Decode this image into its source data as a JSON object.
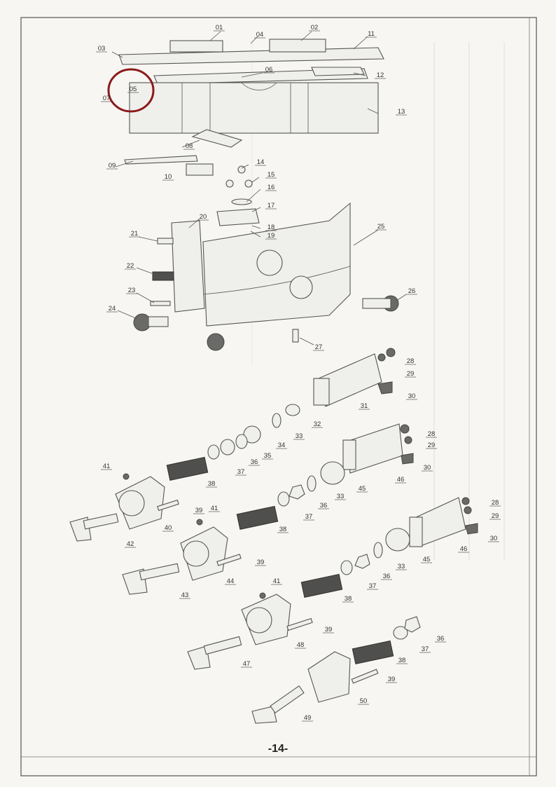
{
  "page": {
    "number": "-14-"
  },
  "diagram": {
    "callouts": [
      {
        "id": "01"
      },
      {
        "id": "02"
      },
      {
        "id": "03"
      },
      {
        "id": "04"
      },
      {
        "id": "05"
      },
      {
        "id": "06"
      },
      {
        "id": "07"
      },
      {
        "id": "08"
      },
      {
        "id": "09"
      },
      {
        "id": "10"
      },
      {
        "id": "11"
      },
      {
        "id": "12"
      },
      {
        "id": "13"
      },
      {
        "id": "14"
      },
      {
        "id": "15"
      },
      {
        "id": "16"
      },
      {
        "id": "17"
      },
      {
        "id": "18"
      },
      {
        "id": "19"
      },
      {
        "id": "20"
      },
      {
        "id": "21"
      },
      {
        "id": "22"
      },
      {
        "id": "23"
      },
      {
        "id": "24"
      },
      {
        "id": "25"
      },
      {
        "id": "26"
      },
      {
        "id": "27"
      },
      {
        "id": "28"
      },
      {
        "id": "29"
      },
      {
        "id": "30"
      },
      {
        "id": "31"
      },
      {
        "id": "32"
      },
      {
        "id": "33"
      },
      {
        "id": "34"
      },
      {
        "id": "35"
      },
      {
        "id": "36"
      },
      {
        "id": "37"
      },
      {
        "id": "38"
      },
      {
        "id": "41"
      },
      {
        "id": "40"
      },
      {
        "id": "39"
      },
      {
        "id": "42"
      },
      {
        "id": "28"
      },
      {
        "id": "29"
      },
      {
        "id": "30"
      },
      {
        "id": "46"
      },
      {
        "id": "45"
      },
      {
        "id": "33"
      },
      {
        "id": "36"
      },
      {
        "id": "37"
      },
      {
        "id": "38"
      },
      {
        "id": "41"
      },
      {
        "id": "39"
      },
      {
        "id": "44"
      },
      {
        "id": "43"
      },
      {
        "id": "28"
      },
      {
        "id": "29"
      },
      {
        "id": "30"
      },
      {
        "id": "46"
      },
      {
        "id": "45"
      },
      {
        "id": "33"
      },
      {
        "id": "36"
      },
      {
        "id": "37"
      },
      {
        "id": "38"
      },
      {
        "id": "41"
      },
      {
        "id": "39"
      },
      {
        "id": "48"
      },
      {
        "id": "47"
      },
      {
        "id": "36"
      },
      {
        "id": "37"
      },
      {
        "id": "38"
      },
      {
        "id": "39"
      },
      {
        "id": "50"
      },
      {
        "id": "49"
      }
    ],
    "highlight_color": "#8b1a1a"
  }
}
